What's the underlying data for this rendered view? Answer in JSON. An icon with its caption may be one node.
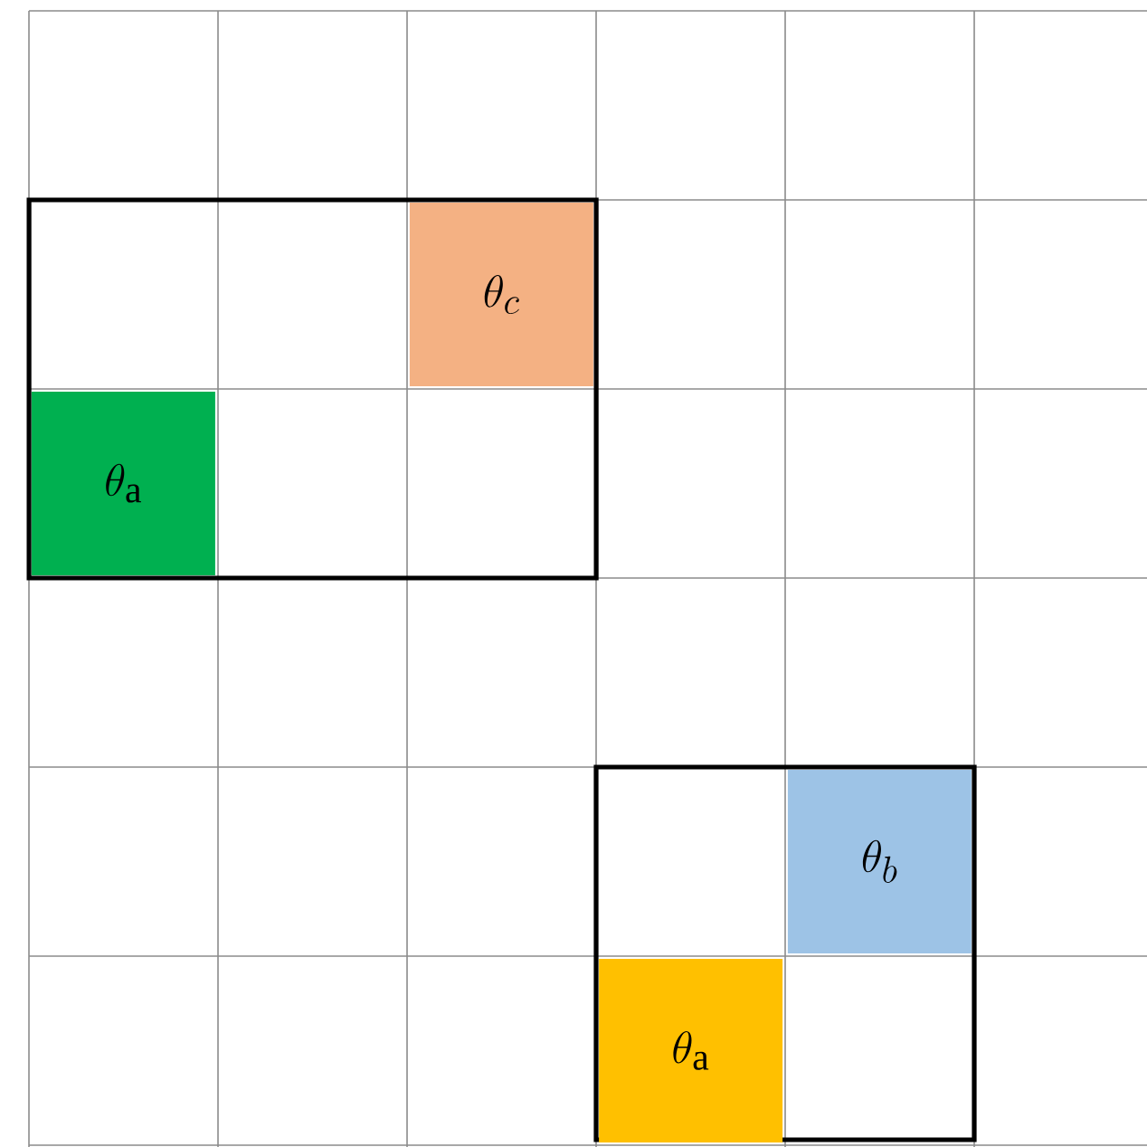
{
  "diagram": {
    "nodes": [
      {
        "text": [],
        "shape": "box"
      },
      {
        "text": [
          "\\theta_c"
        ],
        "in": 0
      },
      {
        "text": [
          "\\theta_\\mathrm{a}"
        ],
        "in": 0
      },
      {
        "text": [],
        "shape": "box"
      },
      {
        "text": [
          "\\theta_b"
        ],
        "in": 3
      },
      {
        "text": [
          "\\theta_\\mathrm{a}"
        ],
        "in": 3
      }
    ]
  }
}
